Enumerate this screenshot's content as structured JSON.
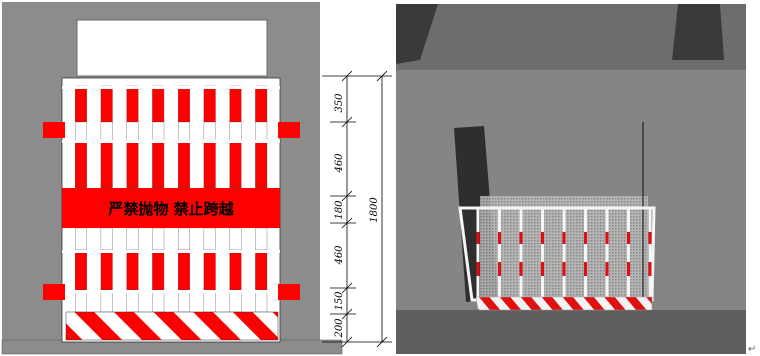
{
  "left_drawing": {
    "banner_text": "严禁抛物  禁止跨越",
    "dimensions": [
      "350",
      "460",
      "180",
      "460",
      "150",
      "200"
    ],
    "total_dimension": "1800"
  },
  "colors": {
    "wall": "#8c8c8c",
    "guard_red": "#ff0000",
    "guard_white": "#ffffff",
    "render_background": "#777777"
  },
  "page_mark": "↵"
}
